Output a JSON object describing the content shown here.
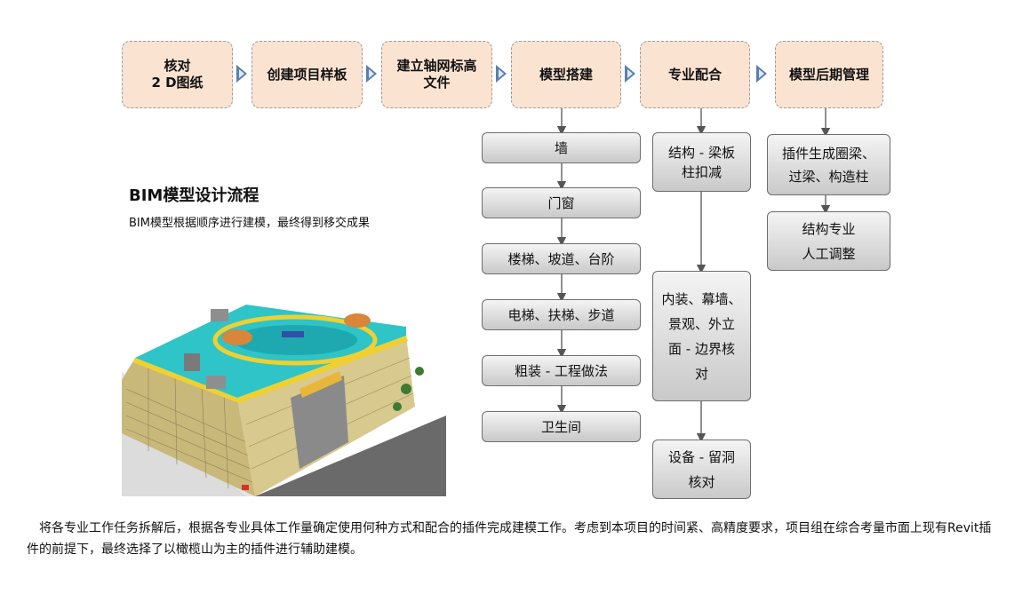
{
  "top_flow": [
    {
      "id": "check2d",
      "label": "核对\n2 D图纸"
    },
    {
      "id": "template",
      "label": "创建项目样板"
    },
    {
      "id": "grid",
      "label": "建立轴网标高\n文件"
    },
    {
      "id": "modeling",
      "label": "模型搭建"
    },
    {
      "id": "coordination",
      "label": "专业配合"
    },
    {
      "id": "management",
      "label": "模型后期管理"
    }
  ],
  "modeling_steps": [
    "墙",
    "门窗",
    "楼梯、坡道、台阶",
    "电梯、扶梯、步道",
    "粗装 - 工程做法",
    "卫生间"
  ],
  "coordination_steps": [
    "结构 - 梁板\n柱扣减",
    "内装、幕墙、\n景观、外立\n面 - 边界核\n对",
    "设备 - 留洞\n核对"
  ],
  "management_steps": [
    "插件生成圈梁、\n过梁、构造柱",
    "结构专业\n人工调整"
  ],
  "title": "BIM模型设计流程",
  "subtitle": "BIM模型根据顺序进行建模，最终得到移交成果",
  "paragraph": "将各专业工作任务拆解后，根据各专业具体工作量确定使用何种方式和配合的插件完成建模工作。考虑到本项目的时间紧、高精度要求，项目组在综合考量市面上现有Revit插件的前提下，最终选择了以橄榄山为主的插件进行辅助建模。",
  "colors": {
    "top_box_fill": "#fbe3d2",
    "arrow": "#5a7fae",
    "roof": "#2ec4c8",
    "facade": "#c8b87a",
    "road": "#6a6a6a"
  }
}
